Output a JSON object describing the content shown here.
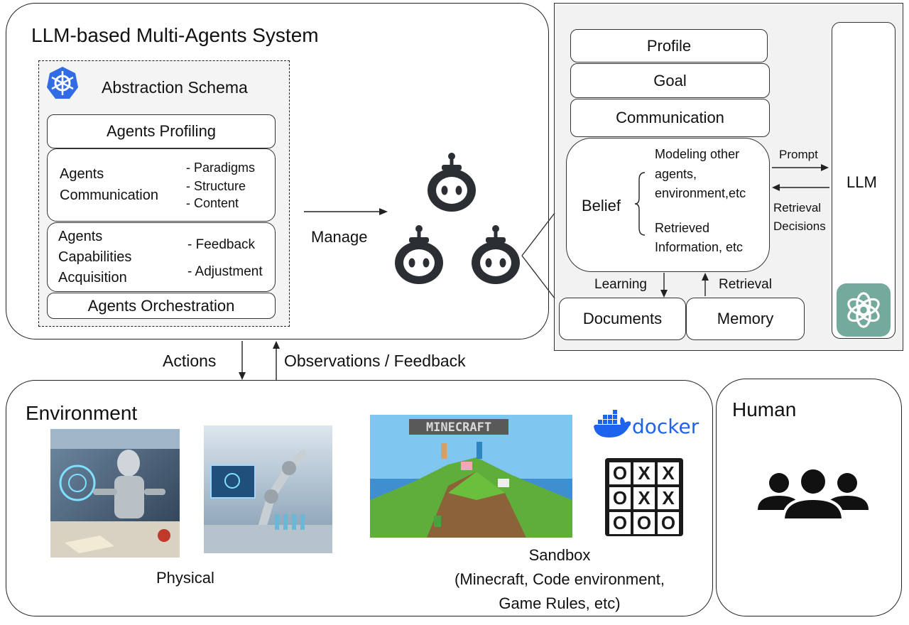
{
  "mas": {
    "title": "LLM-based Multi-Agents System",
    "schema_title": "Abstraction Schema",
    "profiling": "Agents Profiling",
    "communication": {
      "title_line1": "Agents",
      "title_line2": "Communication",
      "items": [
        "- Paradigms",
        "- Structure",
        "- Content"
      ]
    },
    "capabilities": {
      "line1": "Agents",
      "line2": "Capabilities",
      "line3": "Acquisition",
      "items": [
        "- Feedback",
        "- Adjustment"
      ]
    },
    "orchestration": "Agents Orchestration",
    "manage": "Manage"
  },
  "agent_detail": {
    "profile": "Profile",
    "goal": "Goal",
    "communication": "Communication",
    "belief": "Belief",
    "belief_items": {
      "a1": "Modeling other",
      "a2": "agents,",
      "a3": "environment,etc",
      "b1": "Retrieved",
      "b2": "Information, etc"
    },
    "prompt": "Prompt",
    "retrieval_decisions_1": "Retrieval",
    "retrieval_decisions_2": "Decisions",
    "llm": "LLM",
    "learning": "Learning",
    "retrieval": "Retrieval",
    "documents": "Documents",
    "memory": "Memory"
  },
  "flow": {
    "actions": "Actions",
    "observations": "Observations / Feedback"
  },
  "environment": {
    "title": "Environment",
    "physical": "Physical",
    "sandbox_line1": "Sandbox",
    "sandbox_line2": "(Minecraft, Code environment,",
    "sandbox_line3": "Game Rules, etc)",
    "minecraft_logo": "MINECRAFT",
    "docker_logo": "docker",
    "tictactoe": [
      [
        "O",
        "X",
        "X"
      ],
      [
        "O",
        "X",
        "X"
      ],
      [
        "O",
        "O",
        "O"
      ]
    ]
  },
  "human": {
    "title": "Human"
  },
  "colors": {
    "kube_blue": "#326CE5",
    "docker_blue": "#1D63ED",
    "openai_green": "#74AA9C",
    "panel_gray": "#F2F2F2"
  }
}
